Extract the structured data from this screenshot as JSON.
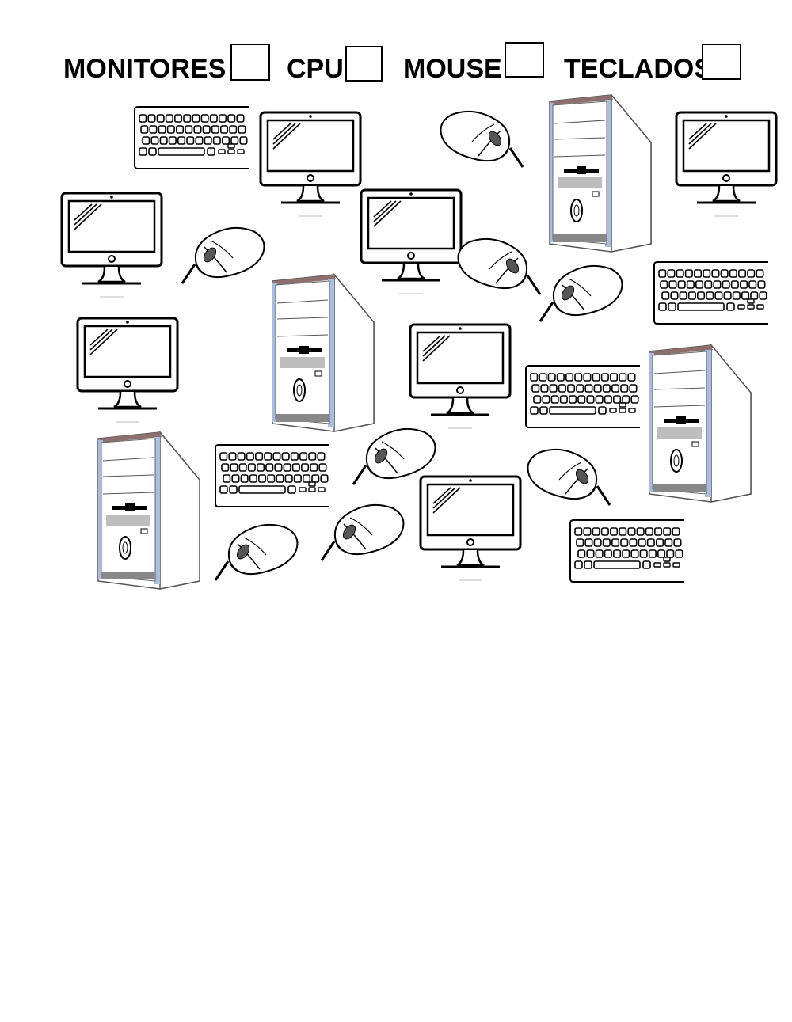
{
  "counters": [
    {
      "label": "MONITORES",
      "value": ""
    },
    {
      "label": "CPU",
      "value": ""
    },
    {
      "label": "MOUSE",
      "value": ""
    },
    {
      "label": "TECLADOS",
      "value": ""
    }
  ],
  "colors": {
    "ink": "#000000",
    "cpu_blue": "#a9bde0",
    "cpu_top": "#8d6f6f",
    "cpu_panel": "#bdbdbd"
  },
  "icons": [
    "monitor-icon",
    "cpu-tower-icon",
    "mouse-icon",
    "keyboard-icon"
  ]
}
